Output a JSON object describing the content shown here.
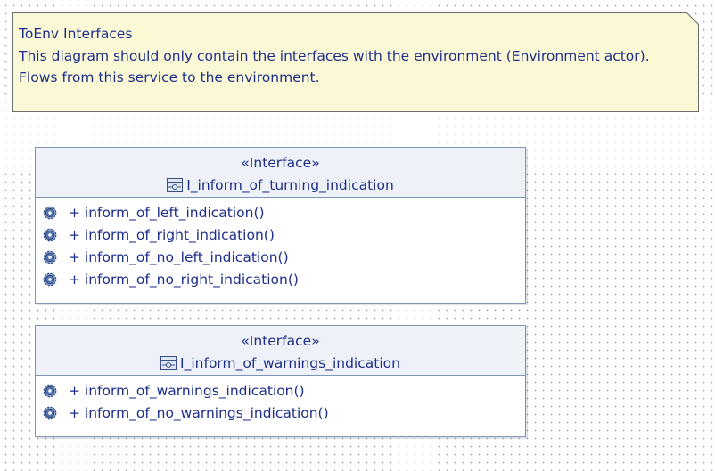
{
  "note": {
    "lines": [
      "ToEnv Interfaces",
      "This diagram should only contain the interfaces with the environment (Environment actor).",
      "Flows from this service to the environment."
    ]
  },
  "interfaces": [
    {
      "stereotype": "«Interface»",
      "name": "I_inform_of_turning_indication",
      "operations": [
        "+ inform_of_left_indication()",
        "+ inform_of_right_indication()",
        "+ inform_of_no_left_indication()",
        "+ inform_of_no_right_indication()"
      ]
    },
    {
      "stereotype": "«Interface»",
      "name": "I_inform_of_warnings_indication",
      "operations": [
        "+ inform_of_warnings_indication()",
        "+ inform_of_no_warnings_indication()"
      ]
    }
  ],
  "icons": {
    "interface": "interface-icon",
    "operation": "operation-gear-icon"
  },
  "colors": {
    "text": "#1d2f8a",
    "note_bg": "#fbf9d5",
    "box_border": "#7e96b5",
    "box_header_bg": "#eef1f7"
  }
}
